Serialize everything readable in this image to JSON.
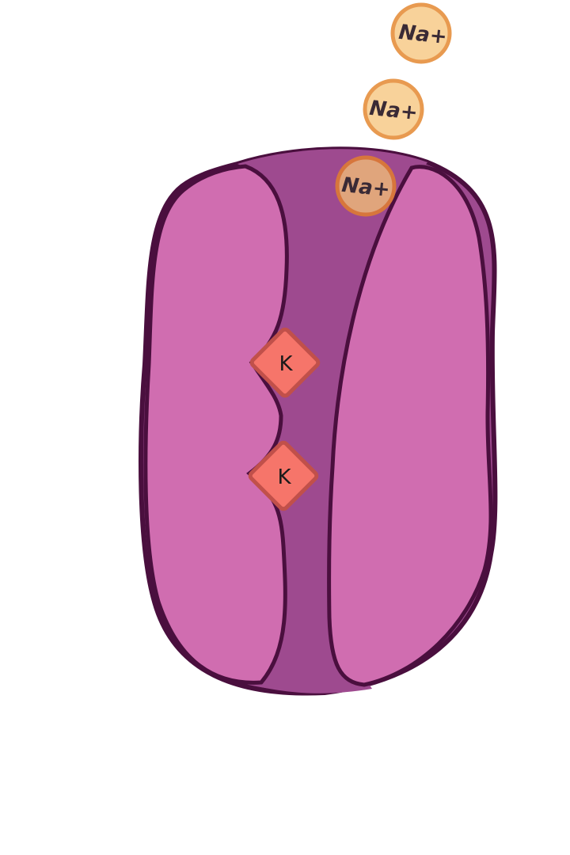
{
  "colors": {
    "outline": "#4a0f3e",
    "lobe": "#d06db0",
    "channel": "#9e4a8f",
    "ion_fill": "#f8d29a",
    "ion_stroke": "#e89a50",
    "ion_bound_fill": "#e0a57c",
    "ion_bound_stroke": "#d7763c",
    "k_fill": "#f6756a",
    "k_stroke": "#c1504a"
  },
  "ions": [
    {
      "label": "Na+",
      "state": "outside"
    },
    {
      "label": "Na+",
      "state": "outside"
    },
    {
      "label": "Na+",
      "state": "entering"
    }
  ],
  "binding_sites": [
    {
      "label": "K"
    },
    {
      "label": "K"
    }
  ]
}
